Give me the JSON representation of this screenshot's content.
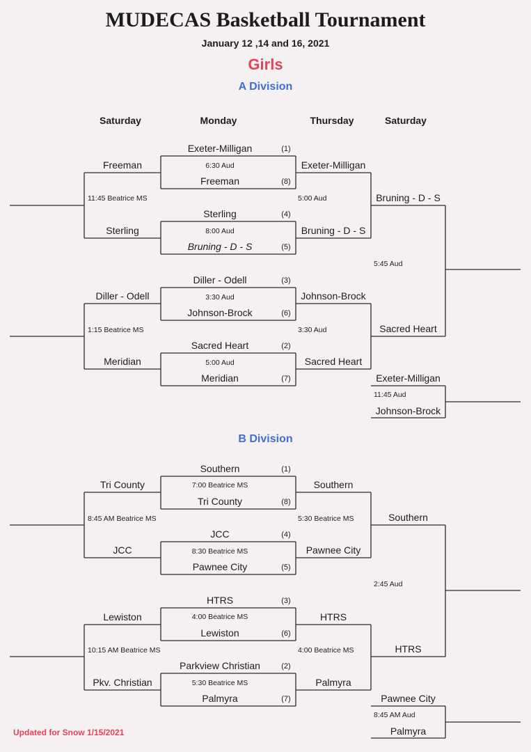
{
  "header": {
    "title": "MUDECAS Basketball Tournament",
    "dates": "January 12 ,14 and 16, 2021",
    "gender": "Girls"
  },
  "day_headers": [
    "Saturday",
    "Monday",
    "Thursday",
    "Saturday"
  ],
  "a_division": {
    "label": "A Division",
    "round1": [
      {
        "team_top": "Exeter-Milligan",
        "seed_top": "(1)",
        "time": "6:30 Aud",
        "team_bottom": "Freeman",
        "seed_bottom": "(8)"
      },
      {
        "team_top": "Sterling",
        "seed_top": "(4)",
        "time": "8:00 Aud",
        "team_bottom": "Bruning - D - S",
        "seed_bottom": "(5)"
      },
      {
        "team_top": "Diller - Odell",
        "seed_top": "(3)",
        "time": "3:30 Aud",
        "team_bottom": "Johnson-Brock",
        "seed_bottom": "(6)"
      },
      {
        "team_top": "Sacred Heart",
        "seed_top": "(2)",
        "time": "5:00 Aud",
        "team_bottom": "Meridian",
        "seed_bottom": "(7)"
      }
    ],
    "consolation": [
      {
        "team_top": "Freeman",
        "time": "11:45 Beatrice MS",
        "team_bottom": "Sterling"
      },
      {
        "team_top": "Diller - Odell",
        "time": "1:15 Beatrice MS",
        "team_bottom": "Meridian"
      }
    ],
    "semis": [
      {
        "team_top": "Exeter-Milligan",
        "time": "5:00 Aud",
        "team_bottom": "Bruning - D - S"
      },
      {
        "team_top": "Johnson-Brock",
        "time": "3:30 Aud",
        "team_bottom": "Sacred Heart"
      }
    ],
    "final": {
      "team_top": "Bruning - D - S",
      "time": "5:45 Aud",
      "team_bottom": "Sacred Heart"
    },
    "third_place": {
      "team_top": "Exeter-Milligan",
      "time": "11:45 Aud",
      "team_bottom": "Johnson-Brock"
    }
  },
  "b_division": {
    "label": "B Division",
    "round1": [
      {
        "team_top": "Southern",
        "seed_top": "(1)",
        "time": "7:00 Beatrice MS",
        "team_bottom": "Tri County",
        "seed_bottom": "(8)"
      },
      {
        "team_top": "JCC",
        "seed_top": "(4)",
        "time": "8:30 Beatrice MS",
        "team_bottom": "Pawnee City",
        "seed_bottom": "(5)"
      },
      {
        "team_top": "HTRS",
        "seed_top": "(3)",
        "time": "4:00 Beatrice MS",
        "team_bottom": "Lewiston",
        "seed_bottom": "(6)"
      },
      {
        "team_top": "Parkview Christian",
        "seed_top": "(2)",
        "time": "5:30 Beatrice MS",
        "team_bottom": "Palmyra",
        "seed_bottom": "(7)"
      }
    ],
    "consolation": [
      {
        "team_top": "Tri County",
        "time": "8:45 AM Beatrice MS",
        "team_bottom": "JCC"
      },
      {
        "team_top": "Lewiston",
        "time": "10:15 AM Beatrice MS",
        "team_bottom": "Pkv. Christian"
      }
    ],
    "semis": [
      {
        "team_top": "Southern",
        "time": "5:30 Beatrice MS",
        "team_bottom": "Pawnee City"
      },
      {
        "team_top": "HTRS",
        "time": "4:00 Beatrice MS",
        "team_bottom": "Palmyra"
      }
    ],
    "final": {
      "team_top": "Southern",
      "time": "2:45 Aud",
      "team_bottom": "HTRS"
    },
    "third_place": {
      "team_top": "Pawnee City",
      "time": "8:45 AM Aud",
      "team_bottom": "Palmyra"
    }
  },
  "footer": {
    "updated": "Updated for Snow 1/15/2021"
  }
}
